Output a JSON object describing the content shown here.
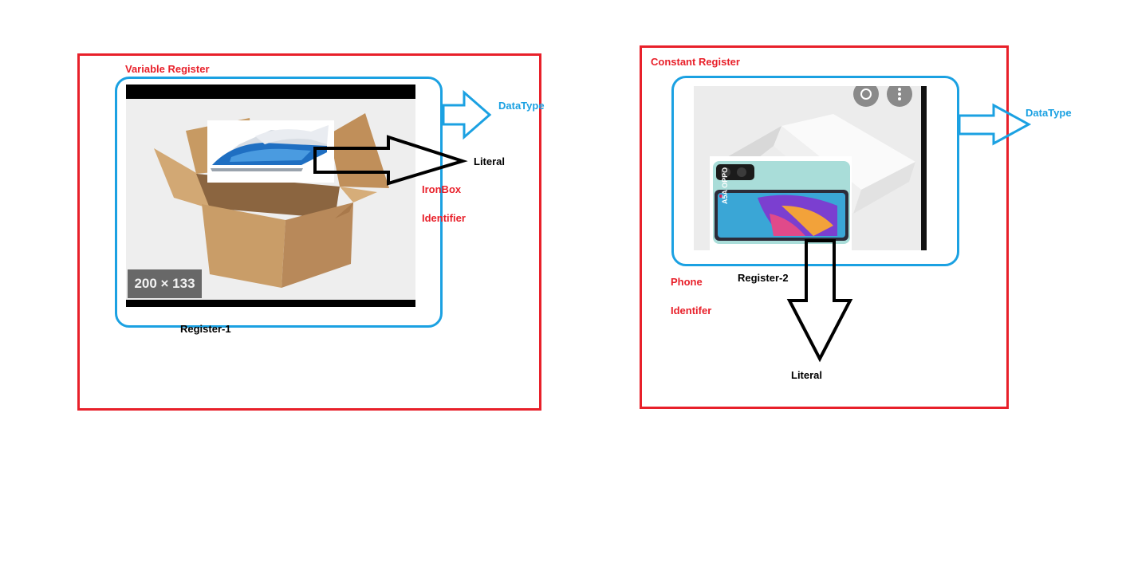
{
  "left": {
    "title": "Variable Register",
    "datatype_label": "DataType",
    "literal_label": "Literal",
    "value_label": "IronBox",
    "identifier_label": "Identifier",
    "register_label": "Register-1",
    "image_badge": "200 × 133"
  },
  "right": {
    "title": "Constant Register",
    "datatype_label": "DataType",
    "value_label": "Phone",
    "identifier_label": "Identifer",
    "register_label": "Register-2",
    "literal_label": "Literal",
    "phone_brand": "A5A OPPO"
  },
  "colors": {
    "frame_red": "#e8202a",
    "register_blue": "#1ba1e2",
    "arrow_black": "#000000"
  }
}
